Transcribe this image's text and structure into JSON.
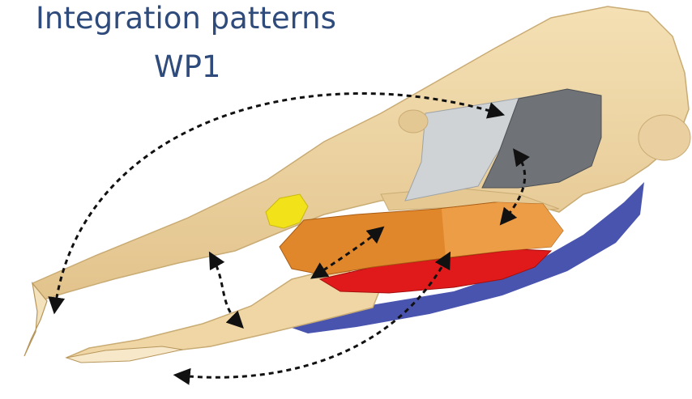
{
  "title": {
    "line1": "Integration patterns",
    "line2": "WP1",
    "color": "#2f4b7c"
  },
  "colors": {
    "bone": "#efd6a4",
    "bone_shadow": "#c9ab74",
    "temporalis_light": "#cfd3d6",
    "temporalis_dark": "#6f7276",
    "masseter_orange": "#e0872c",
    "masseter_light": "#f0a04a",
    "masseter_red": "#e01a1a",
    "digastric_blue": "#3a45a8",
    "yellow_region": "#f2e21a",
    "arrow": "#111111"
  },
  "regions": [
    {
      "name": "temporalis-light-muscle",
      "color": "temporalis_light"
    },
    {
      "name": "temporalis-dark-muscle",
      "color": "temporalis_dark"
    },
    {
      "name": "masseter-orange-muscle",
      "color": "masseter_orange"
    },
    {
      "name": "masseter-red-muscle",
      "color": "masseter_red"
    },
    {
      "name": "blue-muscle-lower",
      "color": "digastric_blue"
    },
    {
      "name": "yellow-region",
      "color": "yellow_region"
    }
  ],
  "arrows": [
    {
      "name": "arrow-incisor-to-temporalis"
    },
    {
      "name": "arrow-temporalis-to-masseter"
    },
    {
      "name": "arrow-masseter-internal"
    },
    {
      "name": "arrow-upper-to-lower-jaw"
    },
    {
      "name": "arrow-lower-incisor-to-masseter"
    }
  ]
}
